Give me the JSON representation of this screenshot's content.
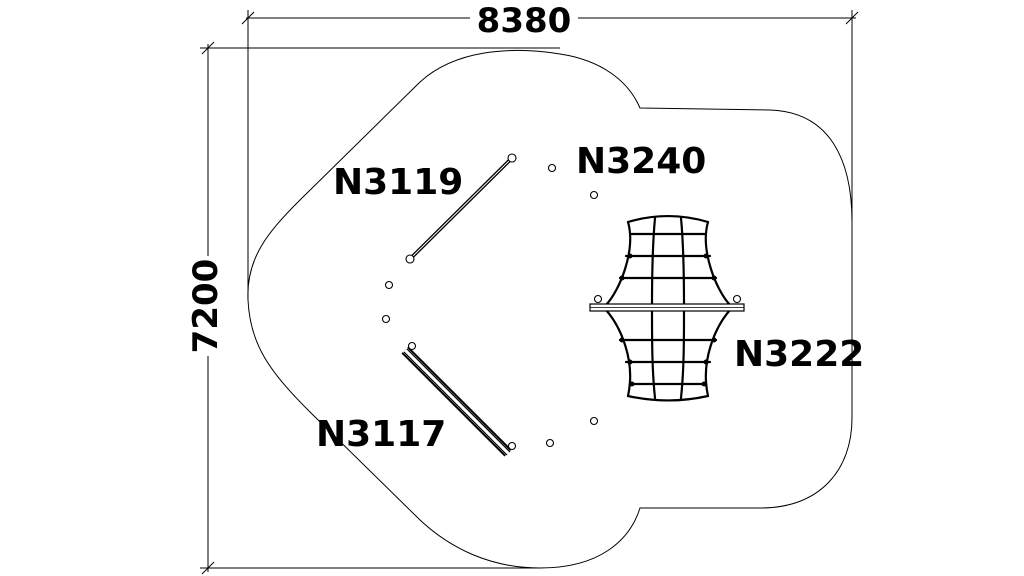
{
  "dimensions": {
    "width": "8380",
    "height": "7200"
  },
  "equipment": [
    {
      "code": "N3119",
      "kind": "balance-rope"
    },
    {
      "code": "N3240",
      "kind": "stepping-posts"
    },
    {
      "code": "N3222",
      "kind": "climbing-net"
    },
    {
      "code": "N3117",
      "kind": "balance-beam"
    }
  ]
}
